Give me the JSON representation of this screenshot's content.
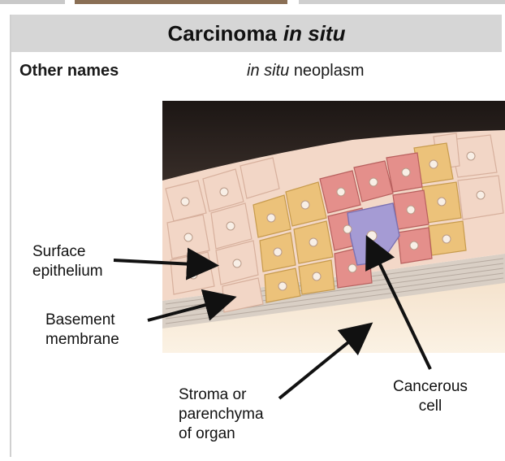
{
  "infobox": {
    "title_main": "Carcinoma",
    "title_italic": "in situ",
    "rows": [
      {
        "label": "Other names",
        "value_italic": "in situ",
        "value_rest": "neoplasm"
      }
    ]
  },
  "figure": {
    "labels": {
      "surface": [
        "Surface",
        "epithelium"
      ],
      "basement": [
        "Basement",
        "membrane"
      ],
      "stroma": [
        "Stroma or",
        "parenchyma",
        "of organ"
      ],
      "cancer": [
        "Cancerous",
        "cell"
      ]
    }
  }
}
